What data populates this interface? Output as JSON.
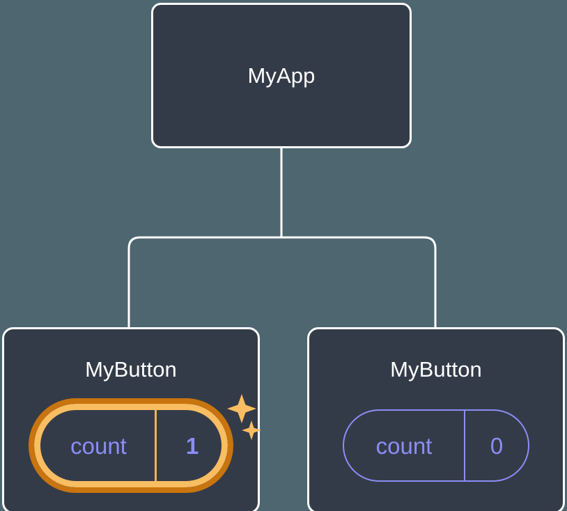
{
  "diagram": {
    "type": "component-tree",
    "background_color": "#4d6670",
    "node_fill_color": "#343b48",
    "node_border_color": "#ffffff",
    "connector_color": "#ffffff",
    "accent_highlight_color": "#c8740f",
    "accent_highlight_inner_color": "#f9bd62",
    "sparkle_color": "#f9bd62",
    "state_text_color": "#8a8ef6",
    "root": {
      "label": "MyApp"
    },
    "children": [
      {
        "label": "MyButton",
        "state": {
          "name": "count",
          "value": "1"
        },
        "highlighted": true,
        "sparkle_icons": [
          "sparkle-large-icon",
          "sparkle-small-icon"
        ]
      },
      {
        "label": "MyButton",
        "state": {
          "name": "count",
          "value": "0"
        },
        "highlighted": false
      }
    ]
  }
}
